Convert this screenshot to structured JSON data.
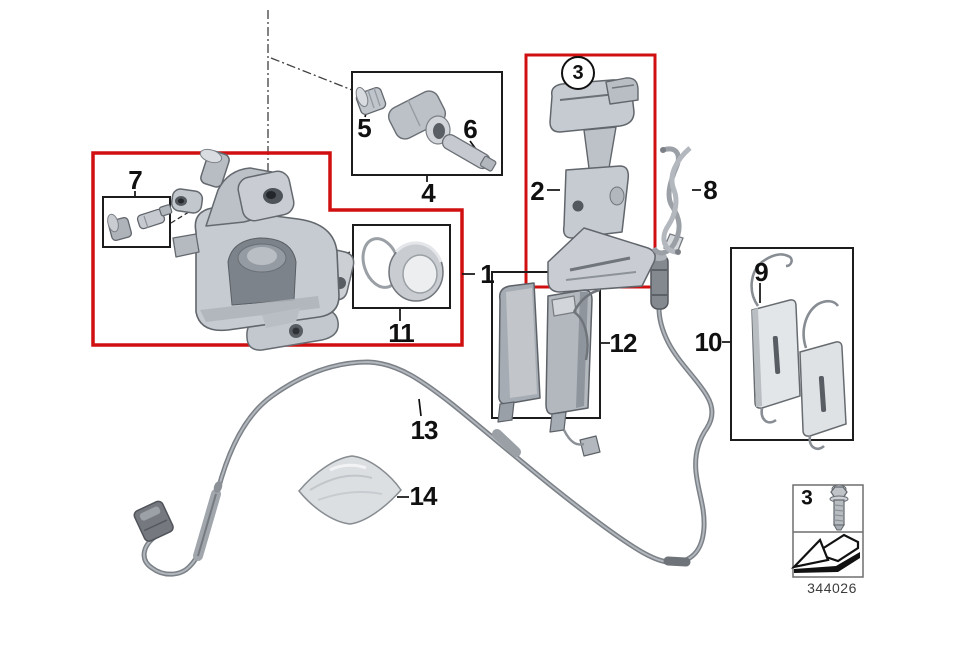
{
  "sheet_number": "344026",
  "colors": {
    "highlight_red": "#d01010",
    "box_black": "#1c1c1c",
    "part_gray": "#c6cbd1"
  },
  "callouts": {
    "c1": "1",
    "c2": "2",
    "c3": "3",
    "c4": "4",
    "c5": "5",
    "c6": "6",
    "c7": "7",
    "c8": "8",
    "c9": "9",
    "c10": "10",
    "c11": "11",
    "c12": "12",
    "c13": "13",
    "c14": "14"
  },
  "legend": {
    "bolt_callout": "3",
    "bolt_icon": "bolt-icon",
    "arrow_icon": "direction-arrow-icon"
  }
}
